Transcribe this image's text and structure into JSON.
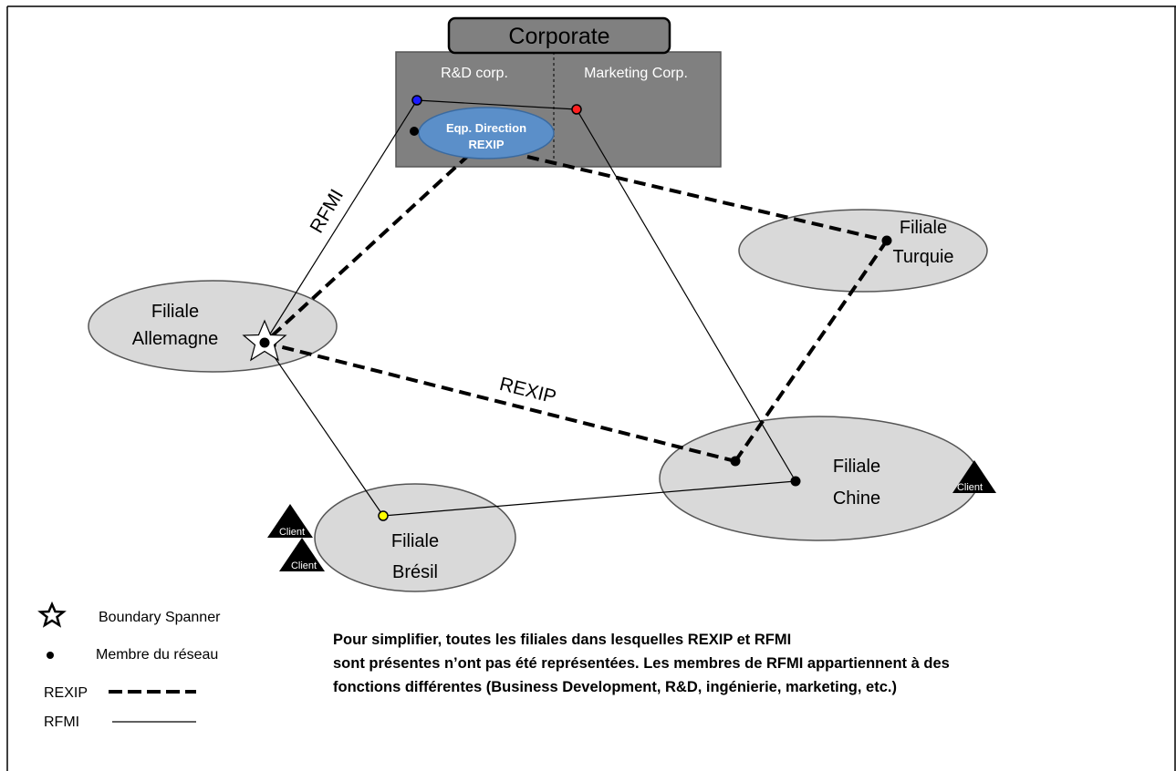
{
  "corporate": {
    "title": "Corporate",
    "rd_label": "R&D corp.",
    "marketing_label": "Marketing Corp.",
    "direction_line1": "Eqp. Direction",
    "direction_line2": "REXIP"
  },
  "subsidiaries": {
    "allemagne": [
      "Filiale",
      "Allemagne"
    ],
    "turquie": [
      "Filiale",
      "Turquie"
    ],
    "chine": [
      "Filiale",
      "Chine"
    ],
    "bresil": [
      "Filiale",
      "Brésil"
    ]
  },
  "link_labels": {
    "rfmi": "RFMI",
    "rexip": "REXIP"
  },
  "client_label": "Client",
  "legend": {
    "boundary_spanner": "Boundary Spanner",
    "member": "Membre du réseau",
    "rexip": "REXIP",
    "rfmi": "RFMI"
  },
  "note": [
    "Pour simplifier, toutes les filiales dans lesquelles REXIP et RFMI",
    "sont présentes n’ont pas été représentées. Les membres de RFMI appartiennent à des",
    "fonctions différentes (Business Development, R&D, ingénierie, marketing, etc.)"
  ],
  "colors": {
    "corporate_box": "#808080",
    "direction_ellipse": "#5b8fc9",
    "subsidiary_fill": "#d9d9d9",
    "rd_node": "#1a1aff",
    "marketing_node": "#ff2020",
    "bresil_node": "#ffff00"
  }
}
